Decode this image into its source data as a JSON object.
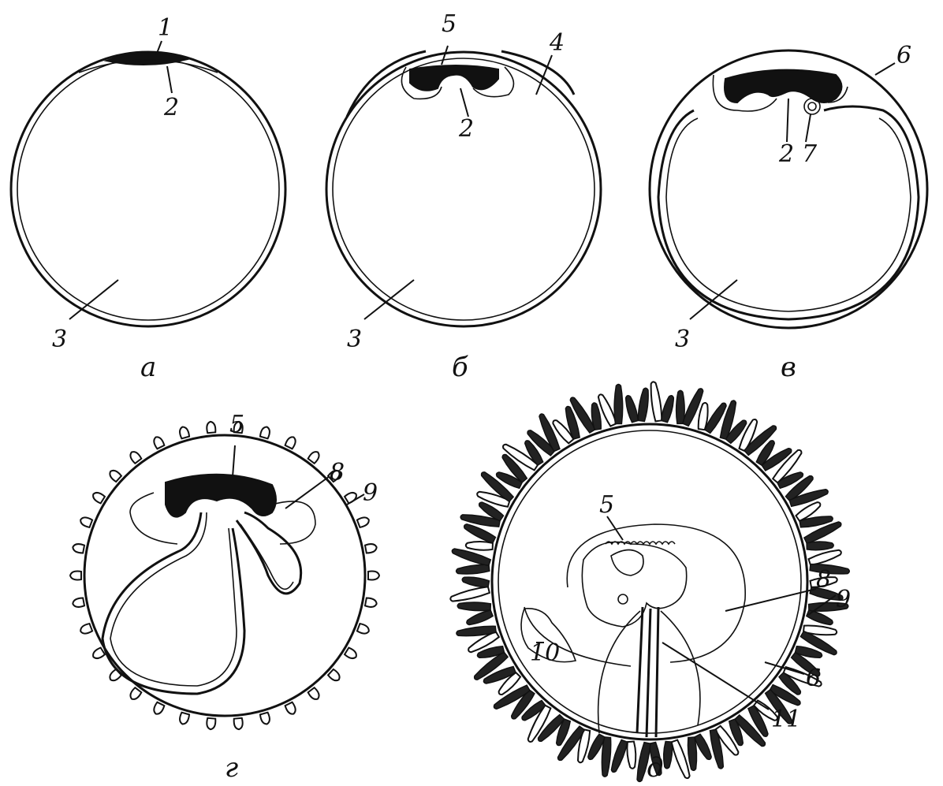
{
  "panels": [
    {
      "key": "a",
      "caption": "а",
      "labels": [
        "1",
        "2",
        "3"
      ]
    },
    {
      "key": "b",
      "caption": "б",
      "labels": [
        "5",
        "4",
        "2",
        "3"
      ]
    },
    {
      "key": "v",
      "caption": "в",
      "labels": [
        "6",
        "2",
        "7",
        "3"
      ]
    },
    {
      "key": "g",
      "caption": "г",
      "labels": [
        "5",
        "8",
        "9"
      ]
    },
    {
      "key": "d",
      "caption": "д",
      "labels": [
        "5",
        "8",
        "9",
        "10",
        "6",
        "11"
      ]
    }
  ],
  "colors": {
    "ink": "#111111",
    "paper": "#ffffff"
  }
}
